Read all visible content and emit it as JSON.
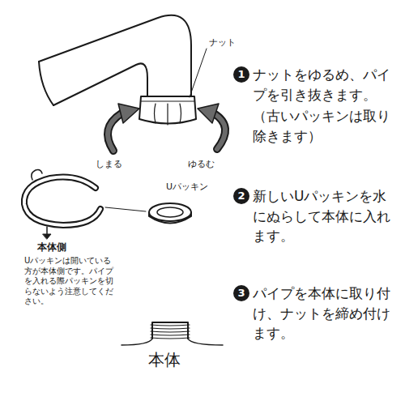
{
  "diagram": {
    "labels": [
      "ナット",
      "しまる",
      "ゆるむ",
      "1",
      "ナットをゆるめ、パイプを引き抜きます。",
      "（古いパッキンは取り除きます）",
      "Uパッキン",
      "本体側",
      "Uパッキンは開いている方が本体側です。パイプを入れる際パッキンを切らないよう注意してください。",
      "2",
      "新しいUパッキンを水にぬらして本体に入れます。",
      "3",
      "パイプを本体に取り付け、ナットを締め付けます。",
      "本体"
    ]
  }
}
